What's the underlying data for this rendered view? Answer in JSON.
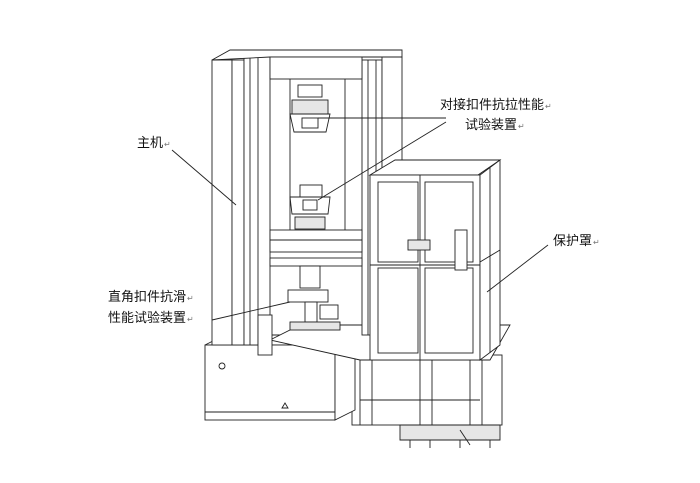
{
  "labels": {
    "main_machine": "主机",
    "tensile_device_line1": "对接扣件抗拉性能",
    "tensile_device_line2": "试验装置",
    "protective_cover": "保护罩",
    "slip_device_line1": "直角扣件抗滑",
    "slip_device_line2": "性能试验装置"
  },
  "paragraph_mark": "↵"
}
